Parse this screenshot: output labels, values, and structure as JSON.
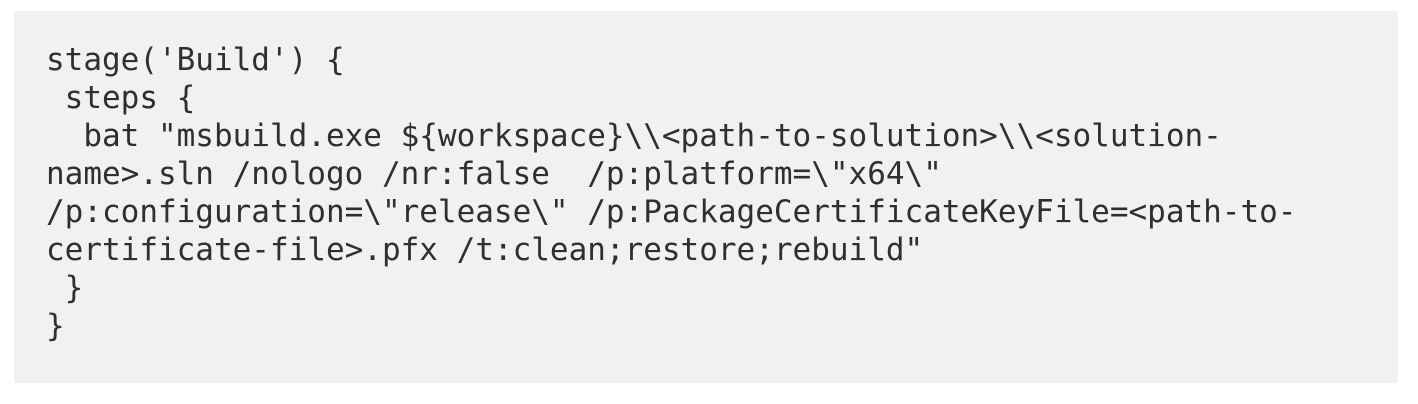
{
  "theme": {
    "page-bg": "#ffffff",
    "code-bg": "#f1f1f1",
    "code-fg": "#2f2f2f"
  },
  "code_block": {
    "lines": [
      "stage('Build') {",
      " steps {",
      "  bat \"msbuild.exe ${workspace}\\\\<path-to-solution>\\\\<solution-",
      "name>.sln /nologo /nr:false  /p:platform=\\\"x64\\\"",
      "/p:configuration=\\\"release\\\" /p:PackageCertificateKeyFile=<path-to-",
      "certificate-file>.pfx /t:clean;restore;rebuild\"",
      " }",
      "}"
    ]
  }
}
